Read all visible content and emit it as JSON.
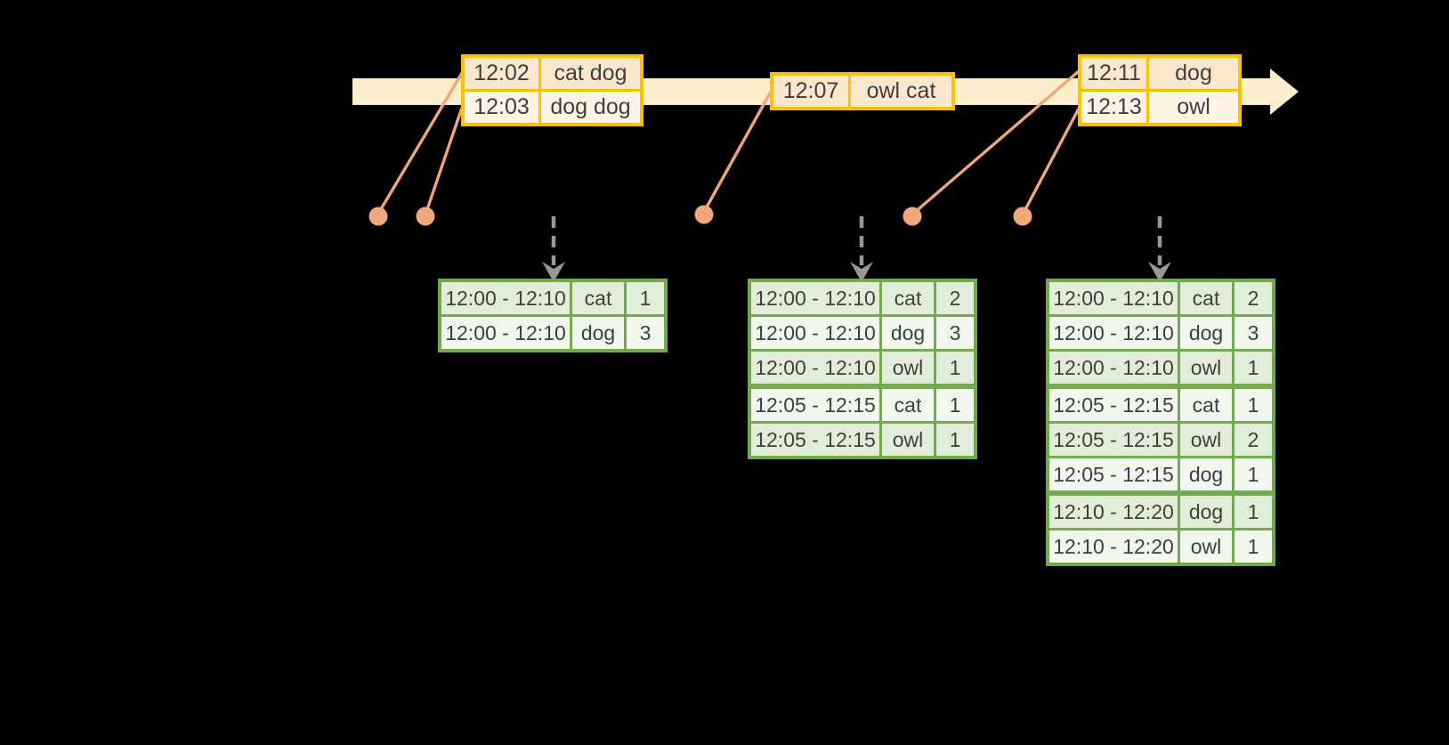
{
  "diagram": {
    "kind": "streaming-windowed-aggregation-timeline",
    "event_tables": [
      {
        "name": "input-batch-1",
        "rows": [
          [
            "12:02",
            "cat dog"
          ],
          [
            "12:03",
            "dog dog"
          ]
        ]
      },
      {
        "name": "input-batch-2",
        "rows": [
          [
            "12:07",
            "owl cat"
          ]
        ]
      },
      {
        "name": "input-batch-3",
        "rows": [
          [
            "12:11",
            "dog"
          ],
          [
            "12:13",
            "owl"
          ]
        ]
      }
    ],
    "result_tables": [
      {
        "name": "result-table-1",
        "rows": [
          [
            "12:00 - 12:10",
            "cat",
            "1"
          ],
          [
            "12:00 - 12:10",
            "dog",
            "3"
          ]
        ]
      },
      {
        "name": "result-table-2",
        "rows": [
          [
            "12:00 - 12:10",
            "cat",
            "2"
          ],
          [
            "12:00 - 12:10",
            "dog",
            "3"
          ],
          [
            "12:00 - 12:10",
            "owl",
            "1"
          ],
          [
            "12:05 - 12:15",
            "cat",
            "1"
          ],
          [
            "12:05 - 12:15",
            "owl",
            "1"
          ]
        ]
      },
      {
        "name": "result-table-3",
        "rows": [
          [
            "12:00 - 12:10",
            "cat",
            "2"
          ],
          [
            "12:00 - 12:10",
            "dog",
            "3"
          ],
          [
            "12:00 - 12:10",
            "owl",
            "1"
          ],
          [
            "12:05 - 12:15",
            "cat",
            "1"
          ],
          [
            "12:05 - 12:15",
            "owl",
            "2"
          ],
          [
            "12:05 - 12:15",
            "dog",
            "1"
          ],
          [
            "12:10 - 12:20",
            "dog",
            "1"
          ],
          [
            "12:10 - 12:20",
            "owl",
            "1"
          ]
        ]
      }
    ],
    "icons": [
      "timeline-arrow-icon",
      "event-dot-icon",
      "trigger-down-arrow-icon"
    ],
    "colors": {
      "background": "#000000",
      "timeline_band": "#fbefcb",
      "event_border": "#ffc000",
      "event_row_dark": "#fae7ce",
      "event_row_light": "#fdf4e6",
      "pointer_salmon": "#eea77c",
      "dot_salmon": "#f2a87d",
      "result_border": "#72ab4d",
      "result_row_dark": "#e2edd9",
      "result_row_light": "#f2f7ee",
      "trigger_arrow_gray": "#979797",
      "text": "#3f3f3f"
    }
  }
}
